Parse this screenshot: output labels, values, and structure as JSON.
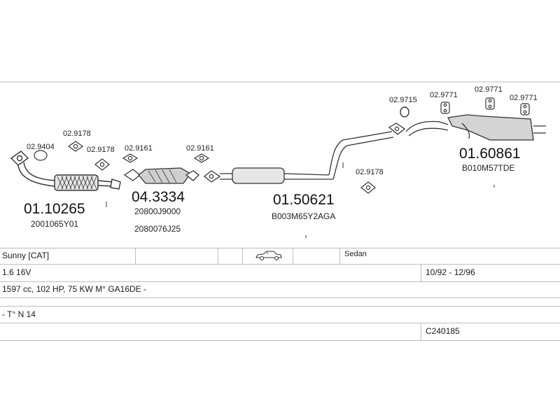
{
  "parts": {
    "front_pipe": {
      "number": "01.10265",
      "code": "2001065Y01"
    },
    "catalyst": {
      "number": "04.3334",
      "code1": "20800J9000",
      "code2": "2080076J25"
    },
    "middle_silencer": {
      "number": "01.50621",
      "code": "B003M65Y2AGA"
    },
    "rear_silencer": {
      "number": "01.60861",
      "code": "B010M57TDE"
    }
  },
  "fittings": {
    "gasket_front": "02.9404",
    "clamp_front": "02.9178",
    "hanger_front": "02.9178",
    "gasket_cat_in": "02.9161",
    "gasket_cat_out": "02.9161",
    "hanger_mid": "02.9178",
    "ring_rear": "02.9715",
    "hanger_rear_1": "02.9771",
    "hanger_rear_2": "02.9771",
    "hanger_rear_3": "02.9771"
  },
  "vehicle": {
    "model": "Sunny  [CAT]",
    "body": "Sedan",
    "body_icon": "sedan-car-icon",
    "engine": "1.6 16V",
    "years": "10/92 - 12/96",
    "specs": "1597 cc, 102 HP, 75 KW M° GA16DE -",
    "type_code": "- T° N 14",
    "catalog_code": "C240185"
  },
  "colors": {
    "line": "#333333",
    "grid": "#bdbdbd"
  }
}
